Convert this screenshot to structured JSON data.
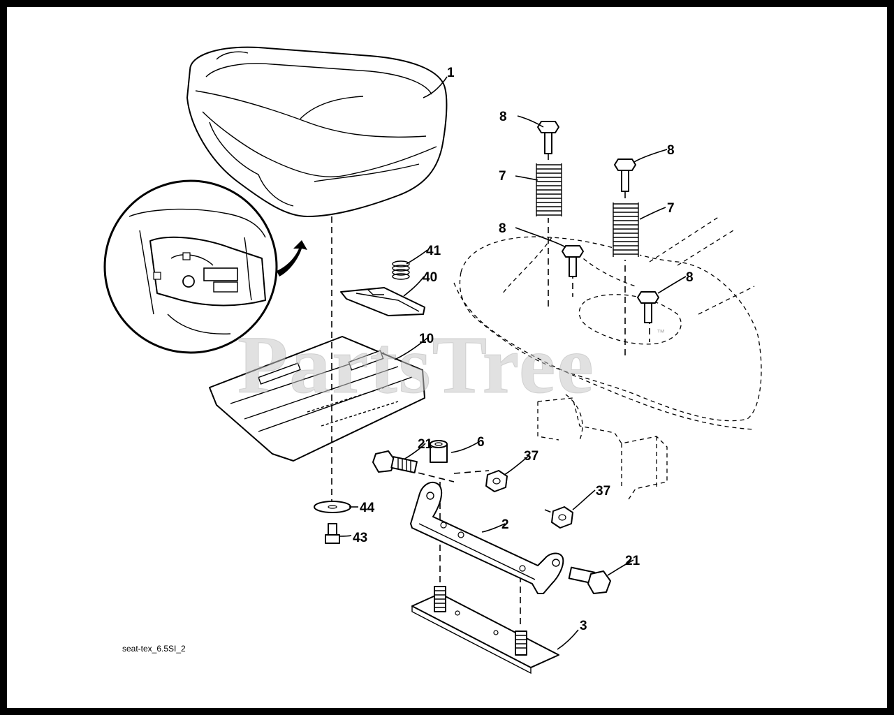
{
  "diagram": {
    "caption": "seat-tex_6.5SI_2",
    "watermark": "PartsTree",
    "watermark_tm": "™",
    "callouts": {
      "seat": "1",
      "bracket": "2",
      "base_plate": "3",
      "spacer": "6",
      "spring_left": "7",
      "spring_right": "7",
      "bolt_top_left": "8",
      "bolt_top_right": "8",
      "bolt_mid_left": "8",
      "bolt_mid_right": "8",
      "seat_pan": "10",
      "bolt_left": "21",
      "bolt_right": "21",
      "nut_upper": "37",
      "nut_lower": "37",
      "clip": "40",
      "small_spring": "41",
      "screw": "43",
      "washer": "44"
    }
  }
}
